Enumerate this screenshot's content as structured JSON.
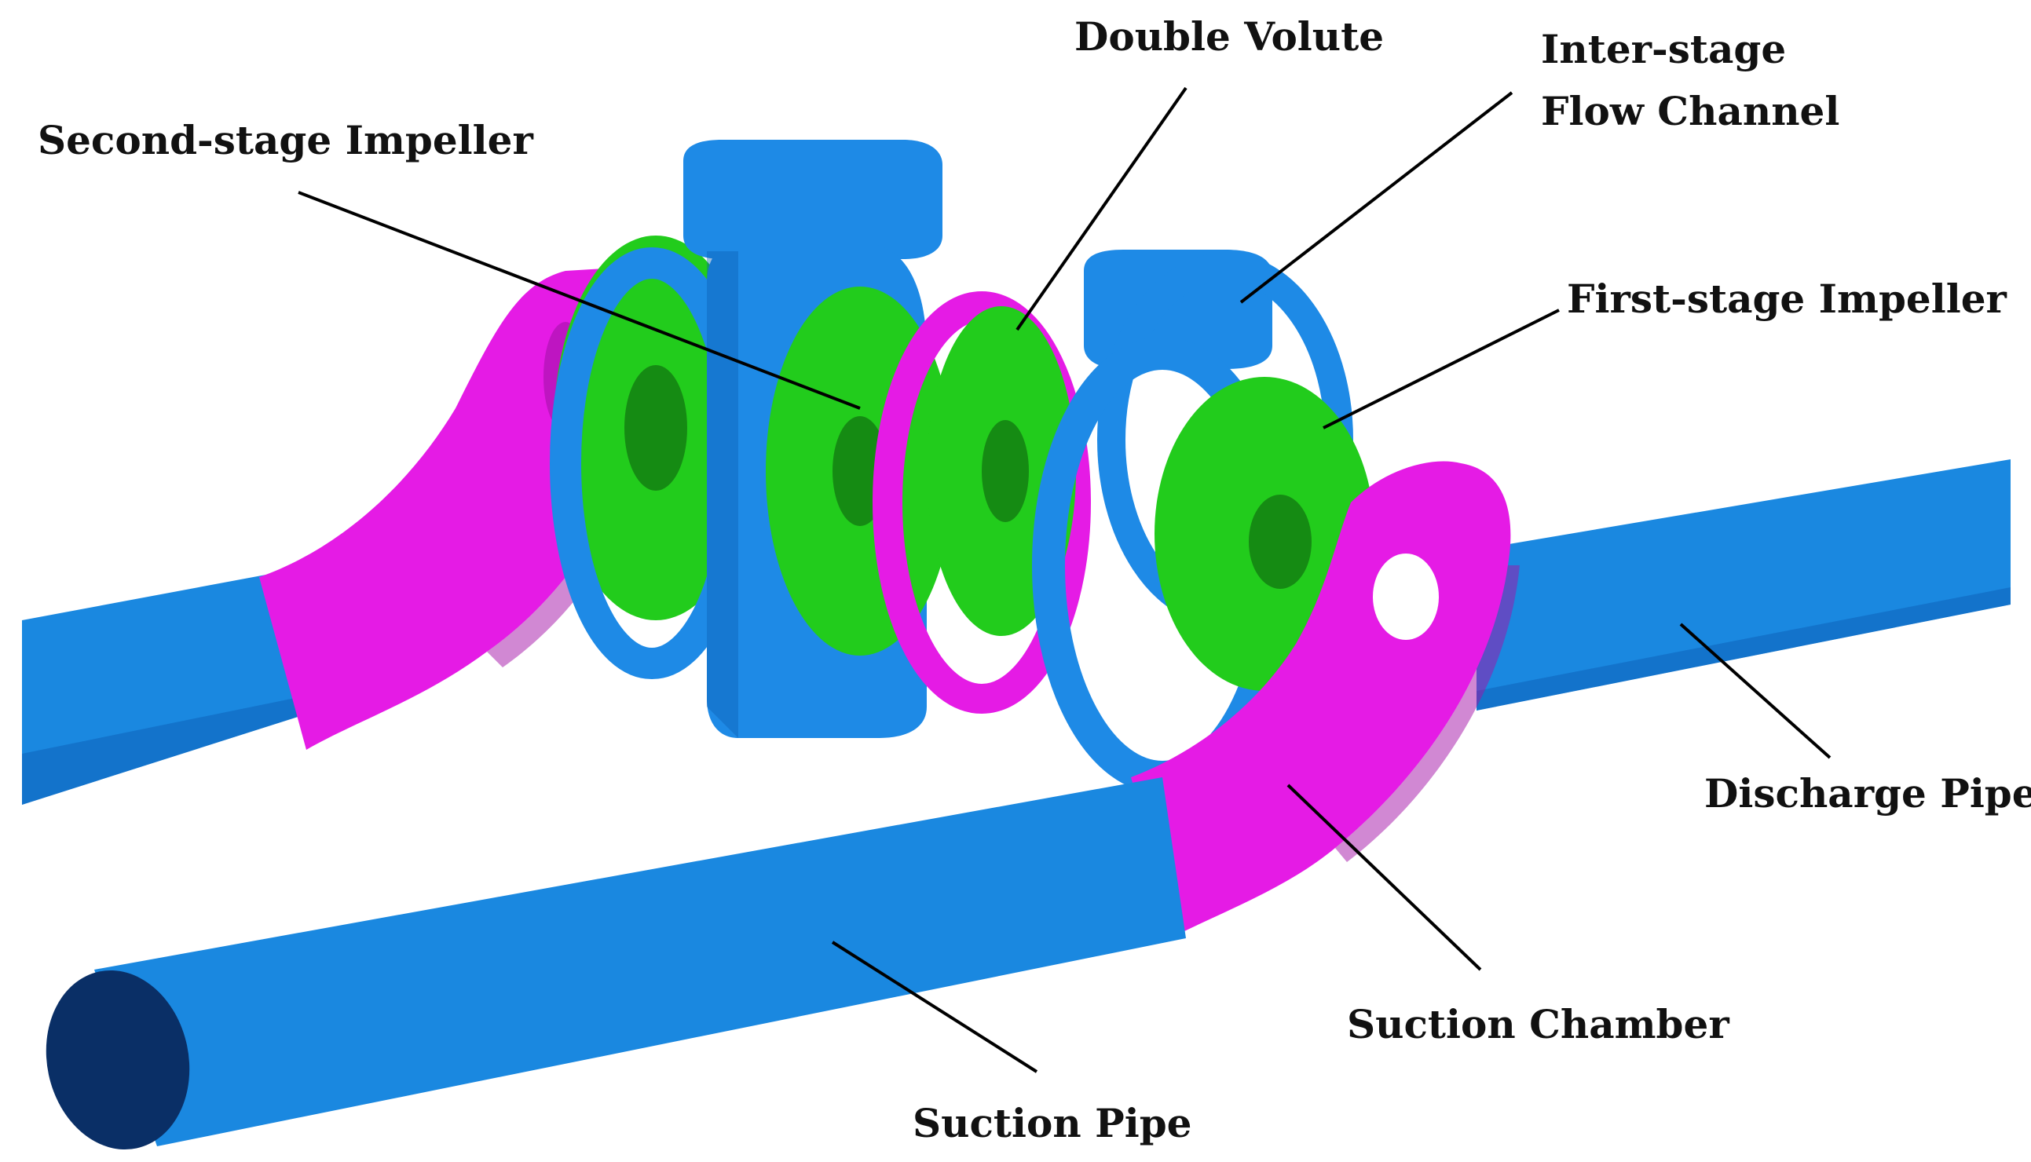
{
  "colors": {
    "pipe": "#1a88e0",
    "pipe_dark": "#0b5cb2",
    "pipe_end": "#0a2f66",
    "chamber": "#e51be5",
    "chamber_dark": "#a312a8",
    "impeller": "#22cc1c",
    "impeller_dark": "#0f6f10",
    "volute": "#1e8ae6",
    "leader": "#000000",
    "text": "#111111"
  },
  "labels": {
    "double_volute": "Double Volute",
    "inter_stage_line1": "Inter-stage",
    "inter_stage_line2": "Flow Channel",
    "second_stage_impeller": "Second-stage Impeller",
    "first_stage_impeller": "First-stage Impeller",
    "discharge_pipe": "Discharge Pipe",
    "suction_chamber": "Suction Chamber",
    "suction_pipe": "Suction Pipe"
  }
}
